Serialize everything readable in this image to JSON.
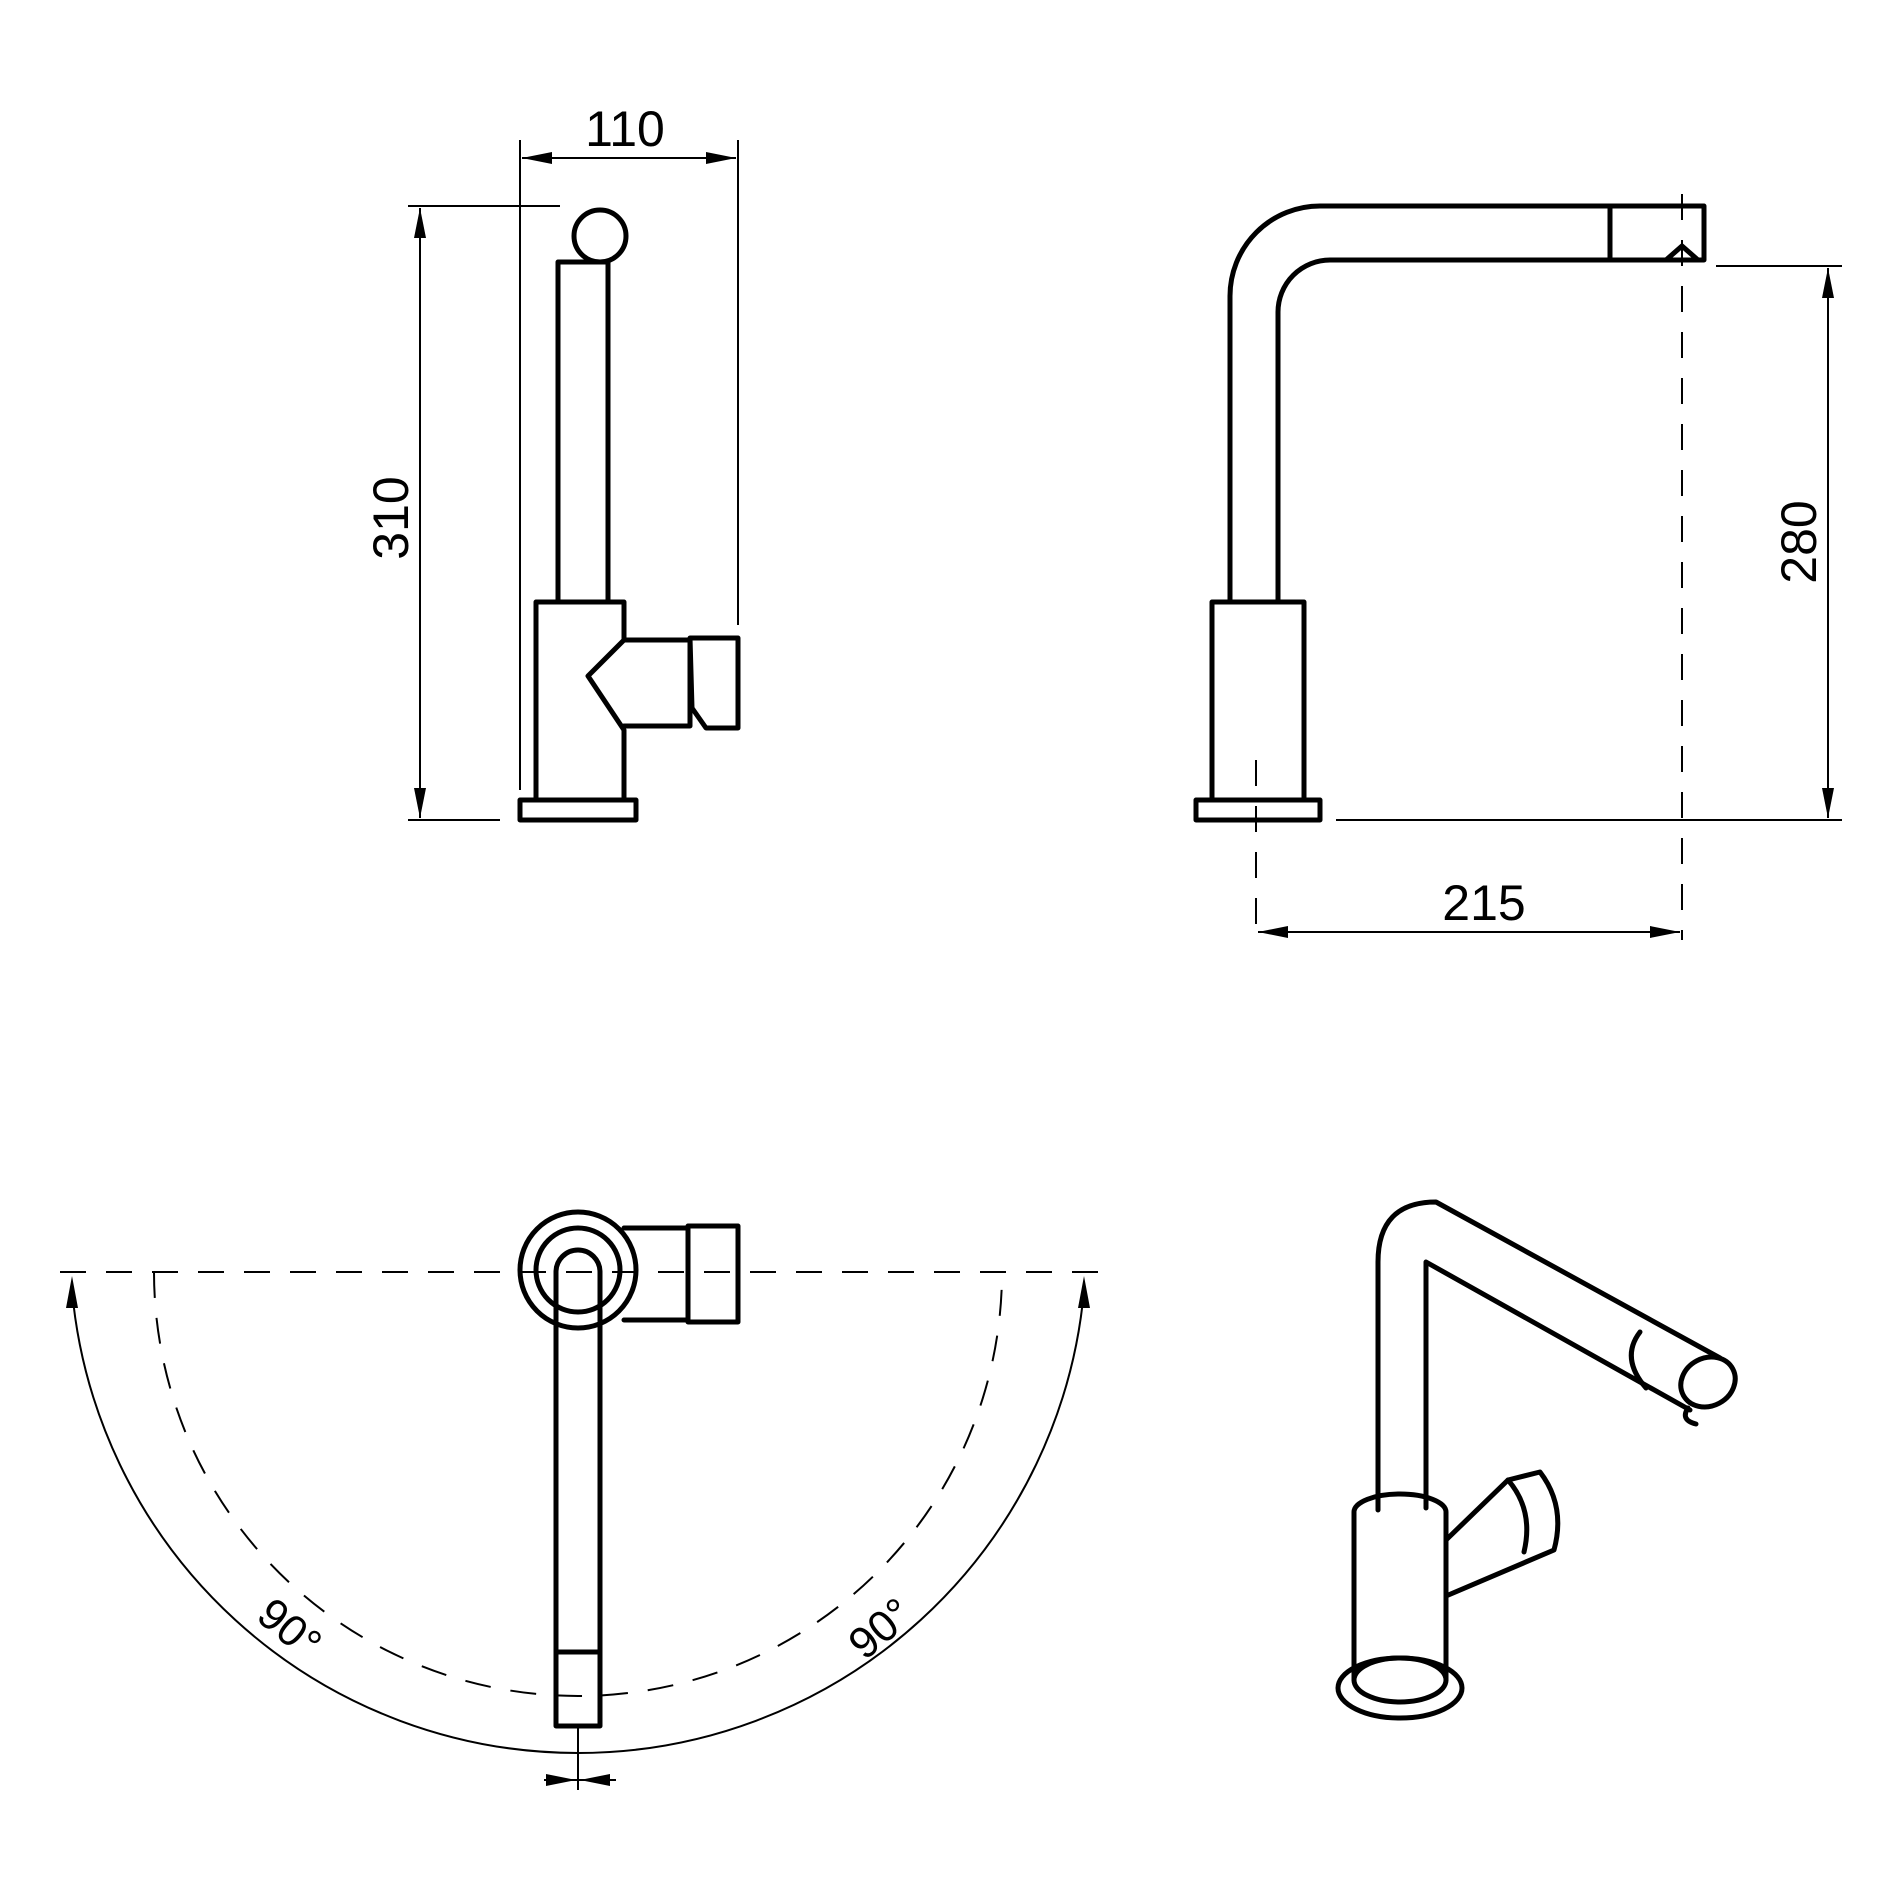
{
  "dimensions": {
    "width_front": "110",
    "height_total": "310",
    "height_spout": "280",
    "reach": "215"
  },
  "swivel": {
    "angle_left": "90°",
    "angle_right": "90°"
  },
  "colors": {
    "line": "#000000",
    "background": "#ffffff"
  }
}
